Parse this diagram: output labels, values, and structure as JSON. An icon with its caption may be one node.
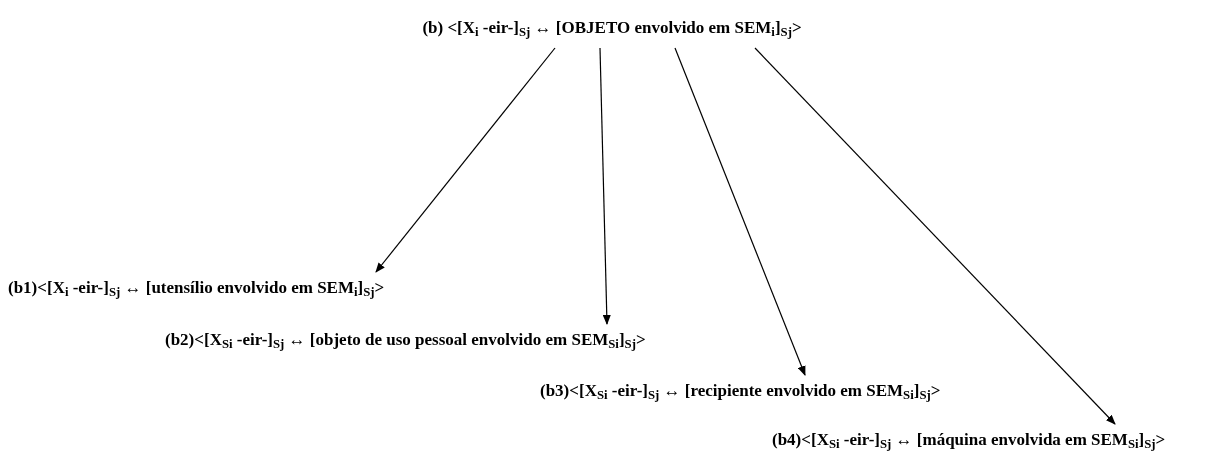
{
  "diagram": {
    "nodes": [
      {
        "text": [
          "(b) <[X$_{i}$ -eir-]$_{Sj}$ ↔ [OBJETO envolvido em SEM$_{i}$]$_{Sj}$>"
        ]
      },
      {
        "text": [
          "(b1)<[X$_{i}$ -eir-]$_{Sj}$ ↔ [utensílio envolvido em SEM$_{i}$]$_{Sj}$>"
        ]
      },
      {
        "text": [
          "(b2)<[X$_{Si}$ -eir-]$_{Sj}$ ↔ [objeto de uso pessoal envolvido em SEM$_{Si}$]$_{Sj}$>"
        ]
      },
      {
        "text": [
          "(b3)<[X$_{Si}$ -eir-]$_{Sj}$ ↔ [recipiente envolvido em SEM$_{Si}$]$_{Sj}$>"
        ]
      },
      {
        "text": [
          "(b4)<[X$_{Si}$ -eir-]$_{Sj}$ ↔ [máquina envolvida em SEM$_{Si}$]$_{Sj}$>"
        ]
      }
    ],
    "edges": [
      {
        "from": 0,
        "to": 1,
        "arrow": "to"
      },
      {
        "from": 0,
        "to": 2,
        "arrow": "to"
      },
      {
        "from": 0,
        "to": 3,
        "arrow": "to"
      },
      {
        "from": 0,
        "to": 4,
        "arrow": "to"
      }
    ]
  }
}
